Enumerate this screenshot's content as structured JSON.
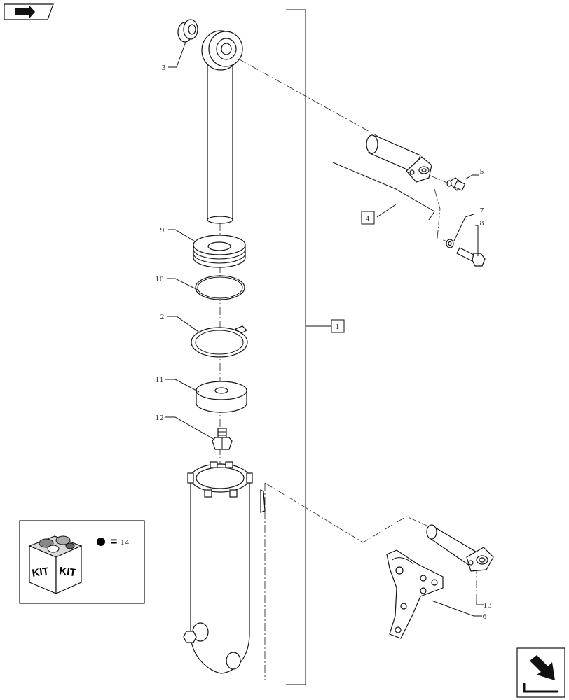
{
  "callouts": {
    "c3": "3",
    "c5": "5",
    "c7": "7",
    "c8": "8",
    "c9": "9",
    "c10": "10",
    "c2": "2",
    "c11": "11",
    "c12": "12",
    "c13": "13",
    "c6": "6"
  },
  "boxed_refs": {
    "assembly": "1",
    "subassembly": "4"
  },
  "kit_legend": {
    "kit_label_left": "KIT",
    "kit_label_right": "KIT",
    "equals": "=",
    "kit_ref": "14"
  },
  "icons": {
    "top_nav": "back-to-previous-page-icon",
    "bottom_nav": "go-to-next-page-icon"
  }
}
